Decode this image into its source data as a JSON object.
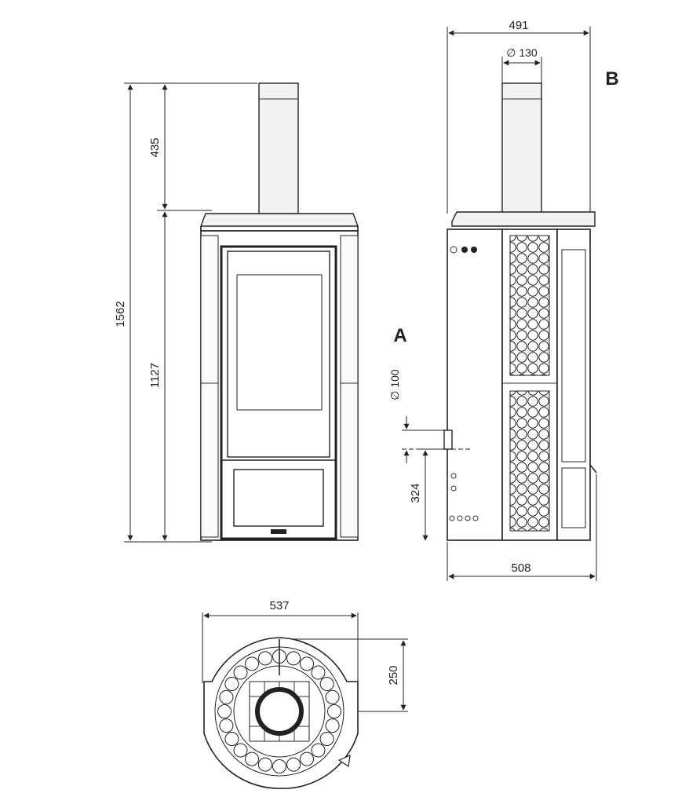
{
  "front_view": {
    "total_height": "1562",
    "flue_height": "435",
    "body_height": "1127"
  },
  "side_view": {
    "label_a": "A",
    "label_b": "B",
    "depth_top": "491",
    "flue_diameter": "∅ 130",
    "air_inlet_diameter": "∅ 100",
    "inlet_height": "324",
    "depth_bottom": "508"
  },
  "top_view": {
    "width": "537",
    "flue_offset": "250"
  }
}
